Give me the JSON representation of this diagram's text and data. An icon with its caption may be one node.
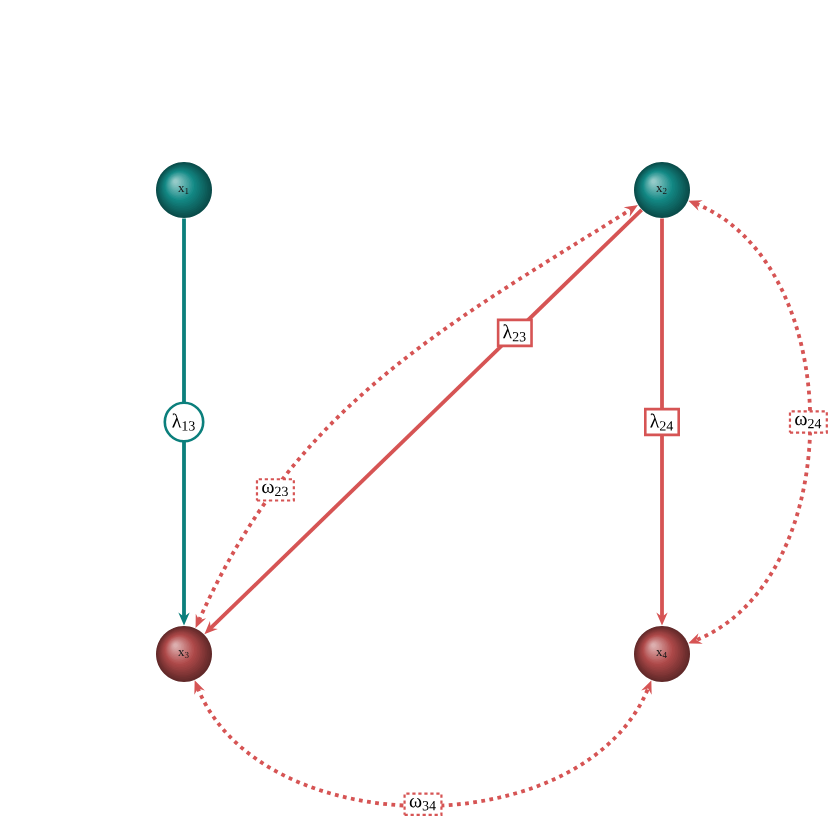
{
  "diagram": {
    "nodes": [
      {
        "text": [
          "x$_{1}$"
        ]
      },
      {
        "text": [
          "x$_{2}$"
        ]
      },
      {
        "text": [
          "x$_{3}$"
        ]
      },
      {
        "text": [
          "x$_{4}$"
        ]
      }
    ],
    "edges": [
      {
        "from": 0,
        "to": 2,
        "arrow": "to",
        "label": "λ$_{13}$",
        "color": "#0b7f7c"
      },
      {
        "from": 1,
        "to": 2,
        "arrow": "to",
        "label": "λ$_{23}$"
      },
      {
        "from": 1,
        "to": 3,
        "arrow": "to",
        "label": "λ$_{24}$"
      },
      {
        "from": 2,
        "to": 1,
        "arrow": "both",
        "label": "ω$_{23}$",
        "style": "dashed"
      },
      {
        "from": 1,
        "to": 3,
        "arrow": "both",
        "label": "ω$_{24}$",
        "style": "dashed"
      },
      {
        "from": 2,
        "to": 3,
        "arrow": "both",
        "label": "ω$_{34}$",
        "style": "dashed"
      }
    ]
  }
}
